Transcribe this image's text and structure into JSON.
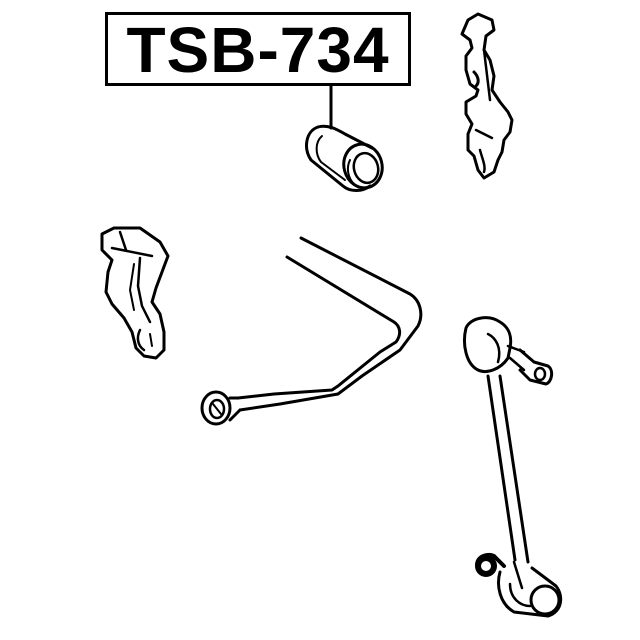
{
  "diagram": {
    "type": "exploded-parts-diagram",
    "subject": "stabilizer bar assembly",
    "part_label": "TSB-734",
    "highlighted_part": "stabilizer-bushing",
    "colors": {
      "background": "#ffffff",
      "line": "#000000"
    },
    "parts": [
      {
        "id": "bushing",
        "name": "Stabilizer bar bushing",
        "highlighted": true
      },
      {
        "id": "bracket-right",
        "name": "Bushing bracket (upper right)"
      },
      {
        "id": "bracket-left",
        "name": "Bushing bracket (left)"
      },
      {
        "id": "stabilizer-bar",
        "name": "Stabilizer bar"
      },
      {
        "id": "link",
        "name": "Stabilizer link"
      }
    ]
  }
}
